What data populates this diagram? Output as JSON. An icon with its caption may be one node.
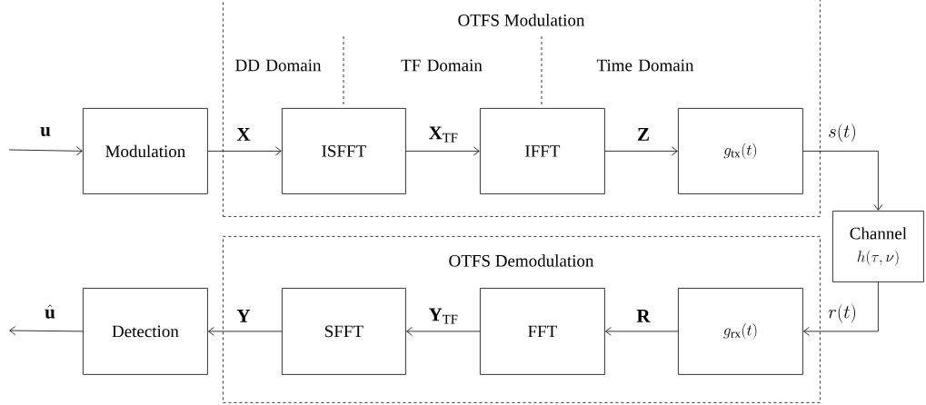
{
  "diagram": {
    "nodes": [
      {
        "text": [
          "OTFS Modulation"
        ]
      },
      {
        "text": [
          "Modulation"
        ]
      },
      {
        "text": [
          "ISFFT"
        ],
        "in": 0
      },
      {
        "text": [
          "IFFT"
        ],
        "in": 0
      },
      {
        "text": [
          "g_{\\mathrm{tx}}(t)"
        ],
        "in": 0
      },
      {
        "text": [
          "Channel",
          "h(\\tau,\\nu)"
        ]
      },
      {
        "text": [
          "OTFS Demodulation"
        ]
      },
      {
        "text": [
          "g_{\\mathrm{rx}}(t)"
        ],
        "in": 6
      },
      {
        "text": [
          "FFT"
        ],
        "in": 6
      },
      {
        "text": [
          "SFFT"
        ],
        "in": 6
      },
      {
        "text": [
          "Detection"
        ]
      }
    ],
    "edges": [
      {
        "from": null,
        "to": 1,
        "arrow": "to",
        "label": "\\mathbf{u}"
      },
      {
        "from": 1,
        "to": 2,
        "arrow": "to",
        "label": "\\mathbf{X}"
      },
      {
        "from": 2,
        "to": 3,
        "arrow": "to",
        "label": "\\mathbf{X}_{\\mathrm{TF}}"
      },
      {
        "from": 3,
        "to": 4,
        "arrow": "to",
        "label": "\\mathbf{Z}"
      },
      {
        "from": 4,
        "to": 5,
        "arrow": "to",
        "label": "s(t)"
      },
      {
        "from": 5,
        "to": 7,
        "arrow": "to",
        "label": "r(t)"
      },
      {
        "from": 7,
        "to": 8,
        "arrow": "to",
        "label": "\\mathbf{R}"
      },
      {
        "from": 8,
        "to": 9,
        "arrow": "to",
        "label": "\\mathbf{Y}_{\\mathrm{TF}}"
      },
      {
        "from": 9,
        "to": 10,
        "arrow": "to",
        "label": "\\mathbf{Y}"
      },
      {
        "from": 10,
        "to": null,
        "arrow": "to",
        "label": "\\hat{\\mathbf{u}}"
      }
    ],
    "labels": [
      "DD Domain",
      "TF Domain",
      "Time Domain"
    ]
  }
}
